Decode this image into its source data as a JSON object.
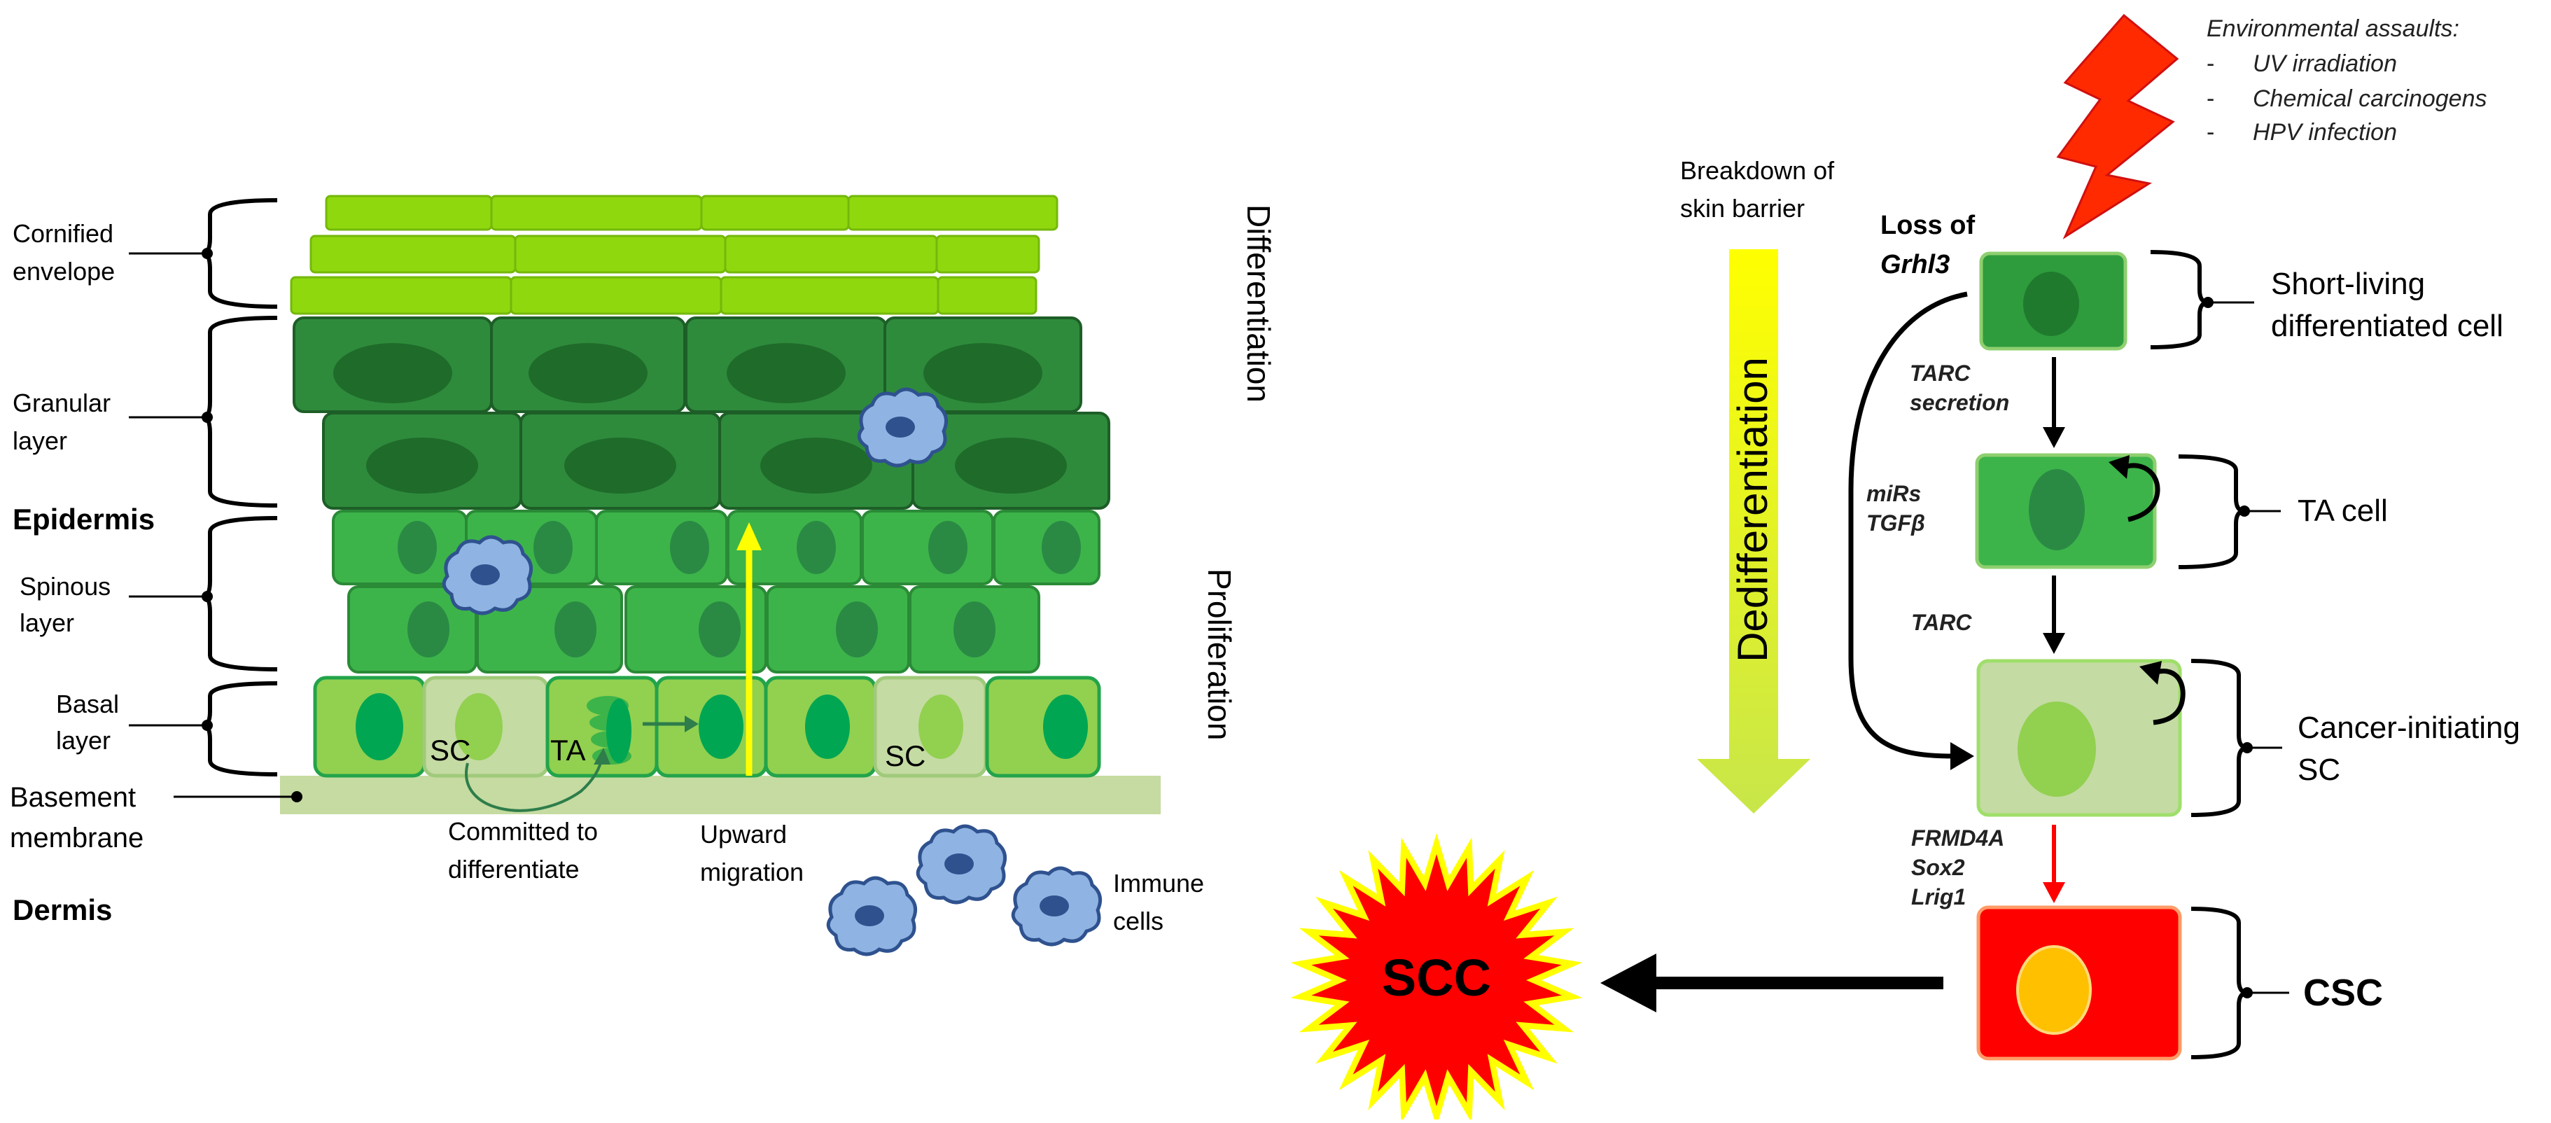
{
  "left_panel": {
    "layer_labels": {
      "cornified": [
        "Cornified",
        "envelope"
      ],
      "granular": [
        "Granular",
        "layer"
      ],
      "epidermis": "Epidermis",
      "spinous": [
        "Spinous",
        "layer"
      ],
      "basal": [
        "Basal",
        "layer"
      ],
      "basement": [
        "Basement",
        "membrane"
      ],
      "dermis": "Dermis"
    },
    "differentiation": "Differentiation",
    "proliferation": "Proliferation",
    "sc_label": "SC",
    "ta_label": "TA",
    "sc_label_2": "SC",
    "committed": [
      "Committed to",
      "differentiate"
    ],
    "upward": [
      "Upward",
      "migration"
    ],
    "immune": [
      "Immune",
      "cells"
    ]
  },
  "right_panel": {
    "environmental": {
      "title": "Environmental assaults:",
      "items": [
        "UV irradiation",
        "Chemical carcinogens",
        "HPV infection"
      ],
      "bullet": "-"
    },
    "breakdown": [
      "Breakdown of",
      "skin barrier"
    ],
    "dedifferentiation": "Dedifferentiation",
    "loss_of": "Loss of",
    "grhl3": "Grhl3",
    "tarc_secretion": [
      "TARC",
      "secretion"
    ],
    "mirs": [
      "miRs",
      "TGFβ"
    ],
    "tarc": "TARC",
    "markers": [
      "FRMD4A",
      "Sox2",
      "Lrig1"
    ],
    "cells": {
      "short_living": [
        "Short-living",
        "differentiated cell"
      ],
      "ta_cell": "TA cell",
      "cancer_initiating": [
        "Cancer-initiating",
        "SC"
      ],
      "csc": "CSC"
    },
    "scc": "SCC"
  },
  "colors": {
    "cornified_fill": "#8fd80e",
    "granular_fill": "#2e8b3c",
    "granular_nucleus": "#1f6b2a",
    "spinous_fill": "#3cb44a",
    "spinous_nucleus": "#2a8a44",
    "basal_fill": "#92d050",
    "basal_nucleus": "#00a651",
    "sc_fill": "#c4dba3",
    "sc_nucleus": "#92d050",
    "membrane": "#c5dba1",
    "immune_fill": "#8fb4e3",
    "immune_stroke": "#2f528f",
    "immune_nucleus": "#2f528f",
    "yellow_arrow": "#ffff00",
    "ded_arrow_top": "#ffff00",
    "ded_arrow_bottom": "#c8e64a",
    "csc_fill": "#ff0000",
    "csc_nucleus": "#ffc000",
    "bolt": "#ff2a00",
    "scc_star_outer": "#ffff00",
    "scc_star_inner": "#ff0000"
  }
}
